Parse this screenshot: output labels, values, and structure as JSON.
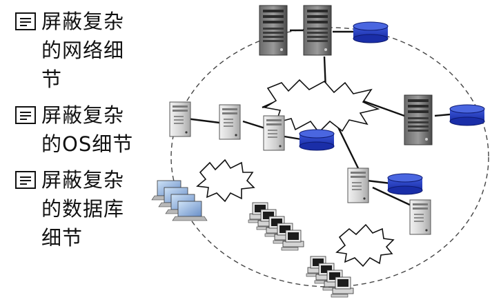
{
  "bullets": [
    {
      "line1": "屏蔽复杂",
      "line2": "的网络细",
      "line3": "节"
    },
    {
      "line1": "屏蔽复杂",
      "line2": "的OS细节",
      "line3": ""
    },
    {
      "line1": "屏蔽复杂",
      "line2": "的数据库",
      "line3": "细节"
    }
  ],
  "colors": {
    "text": "#111111",
    "database": "#1a2ea8",
    "server_dark": "#555555",
    "server_light": "#d6d6d6",
    "link": "#111111",
    "ring": "#444444"
  },
  "icons": [
    "list-bullet-icon",
    "server-icon",
    "database-icon",
    "cloud-network-icon",
    "client-computer-icon"
  ]
}
